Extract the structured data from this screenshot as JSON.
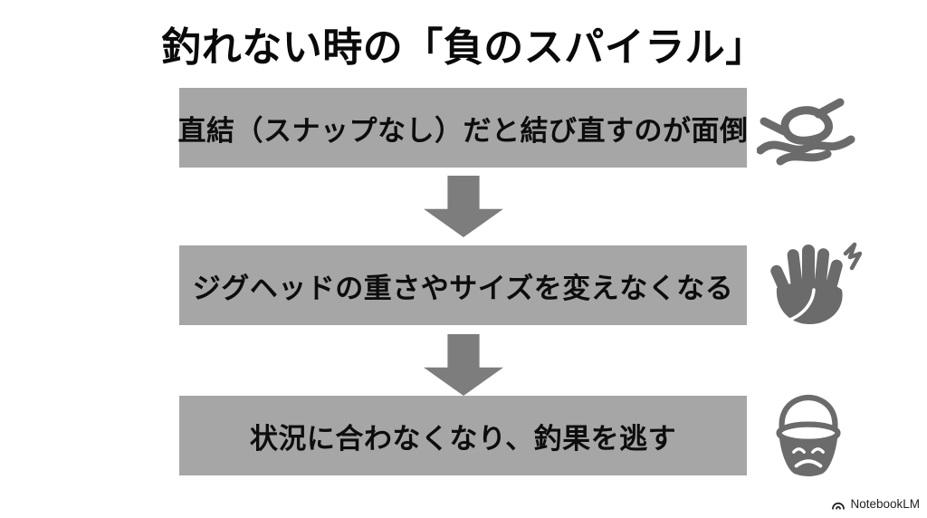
{
  "slide": {
    "title": "釣れない時の「負のスパイラル」",
    "steps": [
      {
        "label": "直結（スナップなし）だと結び直すのが面倒",
        "icon": "knot-icon"
      },
      {
        "label": "ジグヘッドの重さやサイズを変えなくなる",
        "icon": "stop-hand-icon"
      },
      {
        "label": "状況に合わなくなり、釣果を逃す",
        "icon": "sad-bucket-icon"
      }
    ],
    "connectors": [
      "down-arrow",
      "down-arrow"
    ],
    "watermark": {
      "brand": "NotebookLM",
      "icon": "notebooklm-logo-icon"
    }
  },
  "colors": {
    "background": "#ffffff",
    "title_text": "#0a0a0a",
    "box_fill": "#a6a6a6",
    "box_text": "#0d0d0d",
    "arrow_fill": "#7d7d7d",
    "icon_gray": "#6b6b6b",
    "watermark_text": "#1f1f1f"
  }
}
